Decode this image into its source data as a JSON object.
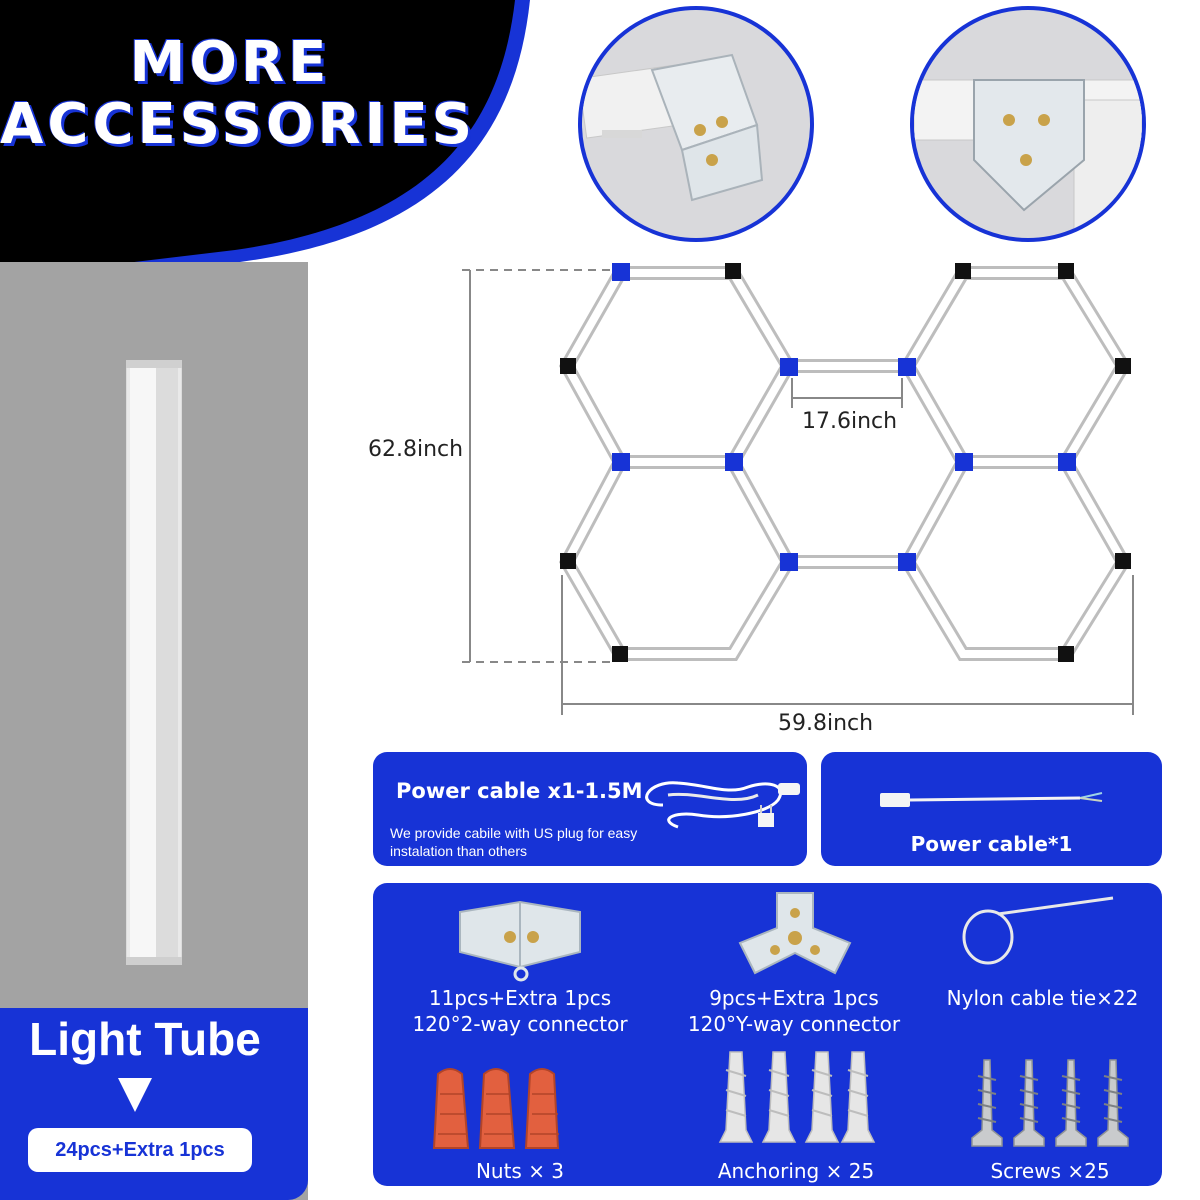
{
  "header": {
    "line1": "MORE",
    "line2": "ACCESSORIES"
  },
  "light_tube": {
    "label": "Light Tube",
    "count": "24pcs+Extra 1pcs"
  },
  "dimensions": {
    "height": "62.8inch",
    "gap": "17.6inch",
    "width": "59.8inch"
  },
  "power_cable_main": {
    "title": "Power cable x1-1.5M",
    "description": "We provide cabile with US plug for easy instalation than others"
  },
  "power_cable_secondary": {
    "title": "Power cable*1"
  },
  "accessories": {
    "connector_2way": {
      "qty": "11pcs+Extra 1pcs",
      "name": "120°2-way connector"
    },
    "connector_yway": {
      "qty": "9pcs+Extra 1pcs",
      "name": "120°Y-way connector"
    },
    "cable_tie": {
      "name": "Nylon cable tie×22"
    },
    "nuts": {
      "name": "Nuts × 3"
    },
    "anchoring": {
      "name": "Anchoring × 25"
    },
    "screws": {
      "name": "Screws ×25"
    }
  },
  "colors": {
    "brand_blue": "#1733d6",
    "banner_black": "#000000",
    "panel_gray": "#a3a3a3"
  },
  "icons": [
    "triangle-down-icon",
    "us-plug-icon",
    "connector-2way-icon",
    "connector-yway-icon",
    "cable-tie-icon",
    "wire-nut-icon",
    "wall-anchor-icon",
    "screw-icon"
  ]
}
